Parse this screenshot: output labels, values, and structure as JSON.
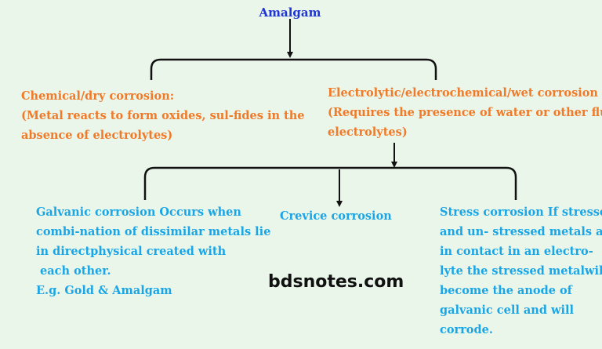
{
  "colors": {
    "background": "#eaf6ea",
    "root_text": "#1f35d6",
    "level1_text": "#f07a28",
    "level2_text": "#1aa6e6",
    "connector": "#111111"
  },
  "diagram": {
    "root": "Amalgam",
    "chemical": {
      "title": "Chemical/dry corrosion:",
      "lines": [
        "(Metal reacts to form oxides, sul-fides in the",
        "absence of electrolytes)"
      ]
    },
    "electrolytic": {
      "title": "Electrolytic/electrochemical/wet corrosion",
      "lines": [
        "(Requires the presence of water or other fluid",
        "electrolytes)"
      ]
    },
    "galvanic": {
      "lines": [
        "Galvanic corrosion Occurs when",
        "combi-nation of  dissimilar metals lie",
        "in directphysical created with",
        " each other.",
        "E.g. Gold & Amalgam"
      ]
    },
    "crevice": "Crevice corrosion",
    "stress": {
      "lines": [
        "Stress corrosion If stressed",
        "and un- stressed metals are",
        "in contact in an electro-",
        "lyte the stressed metalwill",
        "become the anode of",
        "galvanic cell and will",
        "corrode."
      ]
    }
  },
  "watermark": "bdsnotes.com"
}
